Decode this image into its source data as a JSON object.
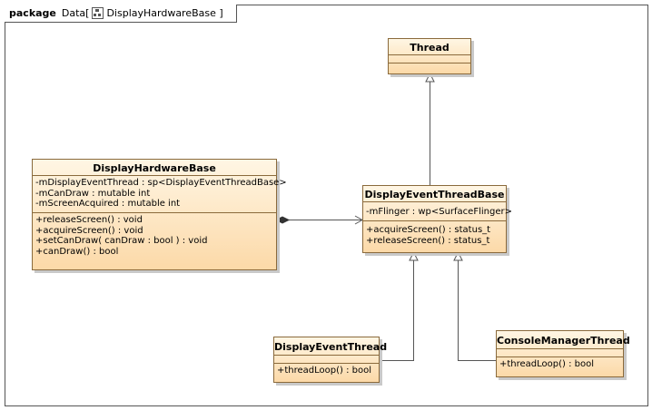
{
  "frame": {
    "keyword": "package",
    "name": "Data",
    "bracket_open": "[",
    "diagram_icon": "class-diagram-icon",
    "diagram_name": "DisplayHardwareBase",
    "bracket_close": "]"
  },
  "classes": {
    "thread": {
      "name": "Thread",
      "attributes": [],
      "operations": []
    },
    "display_hardware_base": {
      "name": "DisplayHardwareBase",
      "attributes": [
        "-mDisplayEventThread : sp<DisplayEventThreadBase>",
        "-mCanDraw : mutable int",
        "-mScreenAcquired : mutable int"
      ],
      "operations": [
        "+releaseScreen() : void",
        "+acquireScreen() : void",
        "+setCanDraw( canDraw : bool ) : void",
        "+canDraw() : bool"
      ]
    },
    "display_event_thread_base": {
      "name": "DisplayEventThreadBase",
      "attributes": [
        "-mFlinger : wp<SurfaceFlinger>"
      ],
      "operations": [
        "+acquireScreen() : status_t",
        "+releaseScreen() : status_t"
      ]
    },
    "display_event_thread": {
      "name": "DisplayEventThread",
      "attributes": [],
      "operations": [
        "+threadLoop() : bool"
      ]
    },
    "console_manager_thread": {
      "name": "ConsoleManagerThread",
      "attributes": [],
      "operations": [
        "+threadLoop() : bool"
      ]
    }
  },
  "relations": [
    {
      "type": "generalization",
      "from": "DisplayEventThreadBase",
      "to": "Thread"
    },
    {
      "type": "composition",
      "from": "DisplayHardwareBase",
      "to": "DisplayEventThreadBase"
    },
    {
      "type": "generalization",
      "from": "DisplayEventThread",
      "to": "DisplayEventThreadBase"
    },
    {
      "type": "generalization",
      "from": "ConsoleManagerThread",
      "to": "DisplayEventThreadBase"
    }
  ],
  "colors": {
    "class_fill_top": "#fff6e4",
    "class_fill_bottom": "#fcd9a8",
    "class_border": "#8a6a3c",
    "line": "#555555"
  }
}
